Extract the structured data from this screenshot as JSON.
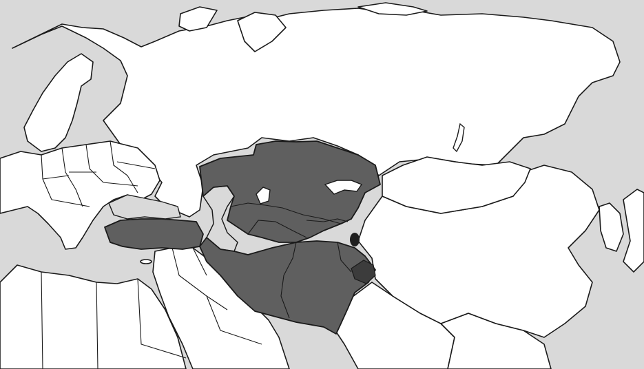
{
  "map": {
    "type": "political-outline-map",
    "region": "Eurasia",
    "colors": {
      "sea": "#d9d9d9",
      "land": "#ffffff",
      "highlight": "#5f5f5f",
      "highlight_dark": "#3c3c3c",
      "outline": "#1a1a1a"
    },
    "highlighted_regions": [
      "turkey",
      "kazakhstan",
      "uzbekistan",
      "turkmenistan",
      "kyrgyzstan",
      "tajikistan",
      "afghanistan",
      "pakistan",
      "iran"
    ],
    "labels": []
  }
}
